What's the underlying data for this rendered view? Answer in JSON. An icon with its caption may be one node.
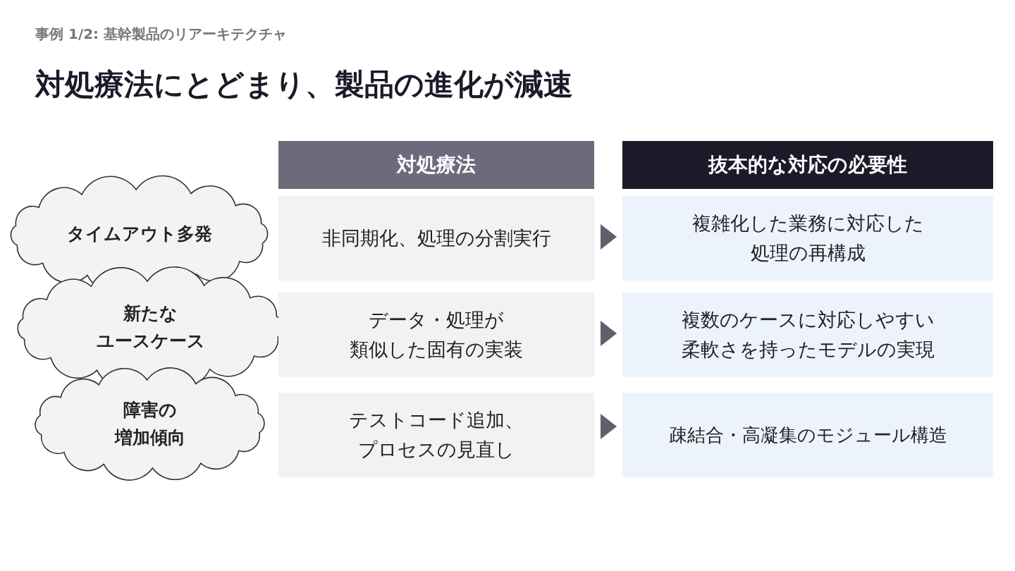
{
  "diagram": {
    "title": "対処療法にとどまり、製品の進化が減速",
    "nodes": [
      {
        "text": [
          "対処療法"
        ]
      },
      {
        "text": [
          "抜本的な対応の必要性"
        ]
      },
      {
        "text": [
          "タイムアウト多発"
        ]
      },
      {
        "text": [
          "非同期化、処理の分割実行"
        ]
      },
      {
        "text": [
          "複雑化した業務に対応した処理の再構成"
        ]
      },
      {
        "text": [
          "新たなユースケース"
        ]
      },
      {
        "text": [
          "データ・処理が類似した固有の実装"
        ]
      },
      {
        "text": [
          "複数のケースに対応しやすい柔軟さを持ったモデルの実現"
        ]
      },
      {
        "text": [
          "障害の増加傾向"
        ]
      },
      {
        "text": [
          "テストコード追加、プロセスの見直し"
        ]
      },
      {
        "text": [
          "疎結合・高凝集のモジュール構造"
        ]
      }
    ],
    "edges": [
      {
        "from": 3,
        "to": 4,
        "arrow": "to"
      },
      {
        "from": 6,
        "to": 7,
        "arrow": "to"
      },
      {
        "from": 9,
        "to": 10,
        "arrow": "to"
      }
    ],
    "labels": [
      "事例 1/2: 基幹製品のリアーキテクチャ"
    ]
  }
}
